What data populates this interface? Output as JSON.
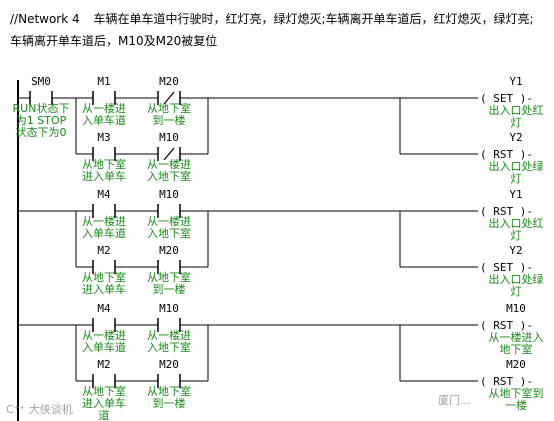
{
  "header": {
    "network": "//Network 4",
    "line1": "车辆在单车道中行驶时，红灯亮，绿灯熄灭;车辆离开单车道后，红灯熄灭，绿灯亮;",
    "line2": "车辆离开单车道后，M10及M20被复位"
  },
  "rungs": [
    {
      "contacts": [
        {
          "symbol": "SM0",
          "type": "NO",
          "desc": [
            "RUN状态下",
            "为1 STOP",
            "状态下为0"
          ]
        },
        {
          "symbol": "M1",
          "type": "NO",
          "desc": [
            "从一楼进",
            "入单车道"
          ]
        },
        {
          "symbol": "M20",
          "type": "NC",
          "desc": [
            "从地下室",
            "到一楼"
          ]
        }
      ],
      "branch": [
        {
          "symbol": "M3",
          "type": "NO",
          "desc": [
            "从地下室",
            "进入单车"
          ]
        },
        {
          "symbol": "M10",
          "type": "NC",
          "desc": [
            "从一楼进",
            "入地下室"
          ]
        }
      ],
      "coils": [
        {
          "symbol": "Y1",
          "op": "( SET )-",
          "desc": [
            "出入口处红",
            "灯"
          ]
        },
        {
          "symbol": "Y2",
          "op": "( RST )-",
          "desc": [
            "出入口处绿",
            "灯"
          ]
        }
      ]
    },
    {
      "contacts": [
        {
          "symbol": "M4",
          "type": "NO",
          "desc": [
            "从一楼进",
            "入单车道"
          ]
        },
        {
          "symbol": "M10",
          "type": "NO",
          "desc": [
            "从一楼进",
            "入地下室"
          ]
        }
      ],
      "branch": [
        {
          "symbol": "M2",
          "type": "NO",
          "desc": [
            "从地下室",
            "进入单车"
          ]
        },
        {
          "symbol": "M20",
          "type": "NO",
          "desc": [
            "从地下室",
            "到一楼"
          ]
        }
      ],
      "coils": [
        {
          "symbol": "Y1",
          "op": "( RST )-",
          "desc": [
            "出入口处红",
            "灯"
          ]
        },
        {
          "symbol": "Y2",
          "op": "( SET )-",
          "desc": [
            "出入口处绿",
            "灯"
          ]
        }
      ]
    },
    {
      "contacts": [
        {
          "symbol": "M4",
          "type": "NO",
          "desc": [
            "从一楼进",
            "入单车道"
          ]
        },
        {
          "symbol": "M10",
          "type": "NO",
          "desc": [
            "从一楼进",
            "入地下室"
          ]
        }
      ],
      "branch": [
        {
          "symbol": "M2",
          "type": "NO",
          "desc": [
            "从地下室",
            "进入单车",
            "道"
          ]
        },
        {
          "symbol": "M20",
          "type": "NO",
          "desc": [
            "从地下室",
            "到一楼"
          ]
        }
      ],
      "coils": [
        {
          "symbol": "M10",
          "op": "( RST )-",
          "desc": [
            "从一楼进入",
            "地下室"
          ]
        },
        {
          "symbol": "M20",
          "op": "( RST )-",
          "desc": [
            "从地下室到",
            "一楼"
          ]
        }
      ]
    }
  ],
  "watermarks": {
    "left": "C⁺⁺ 大侠谈机",
    "right": "厦门..."
  },
  "colors": {
    "wire": "#000000",
    "desc": "#1a8a1a",
    "watermark": "#9aa3ad"
  }
}
